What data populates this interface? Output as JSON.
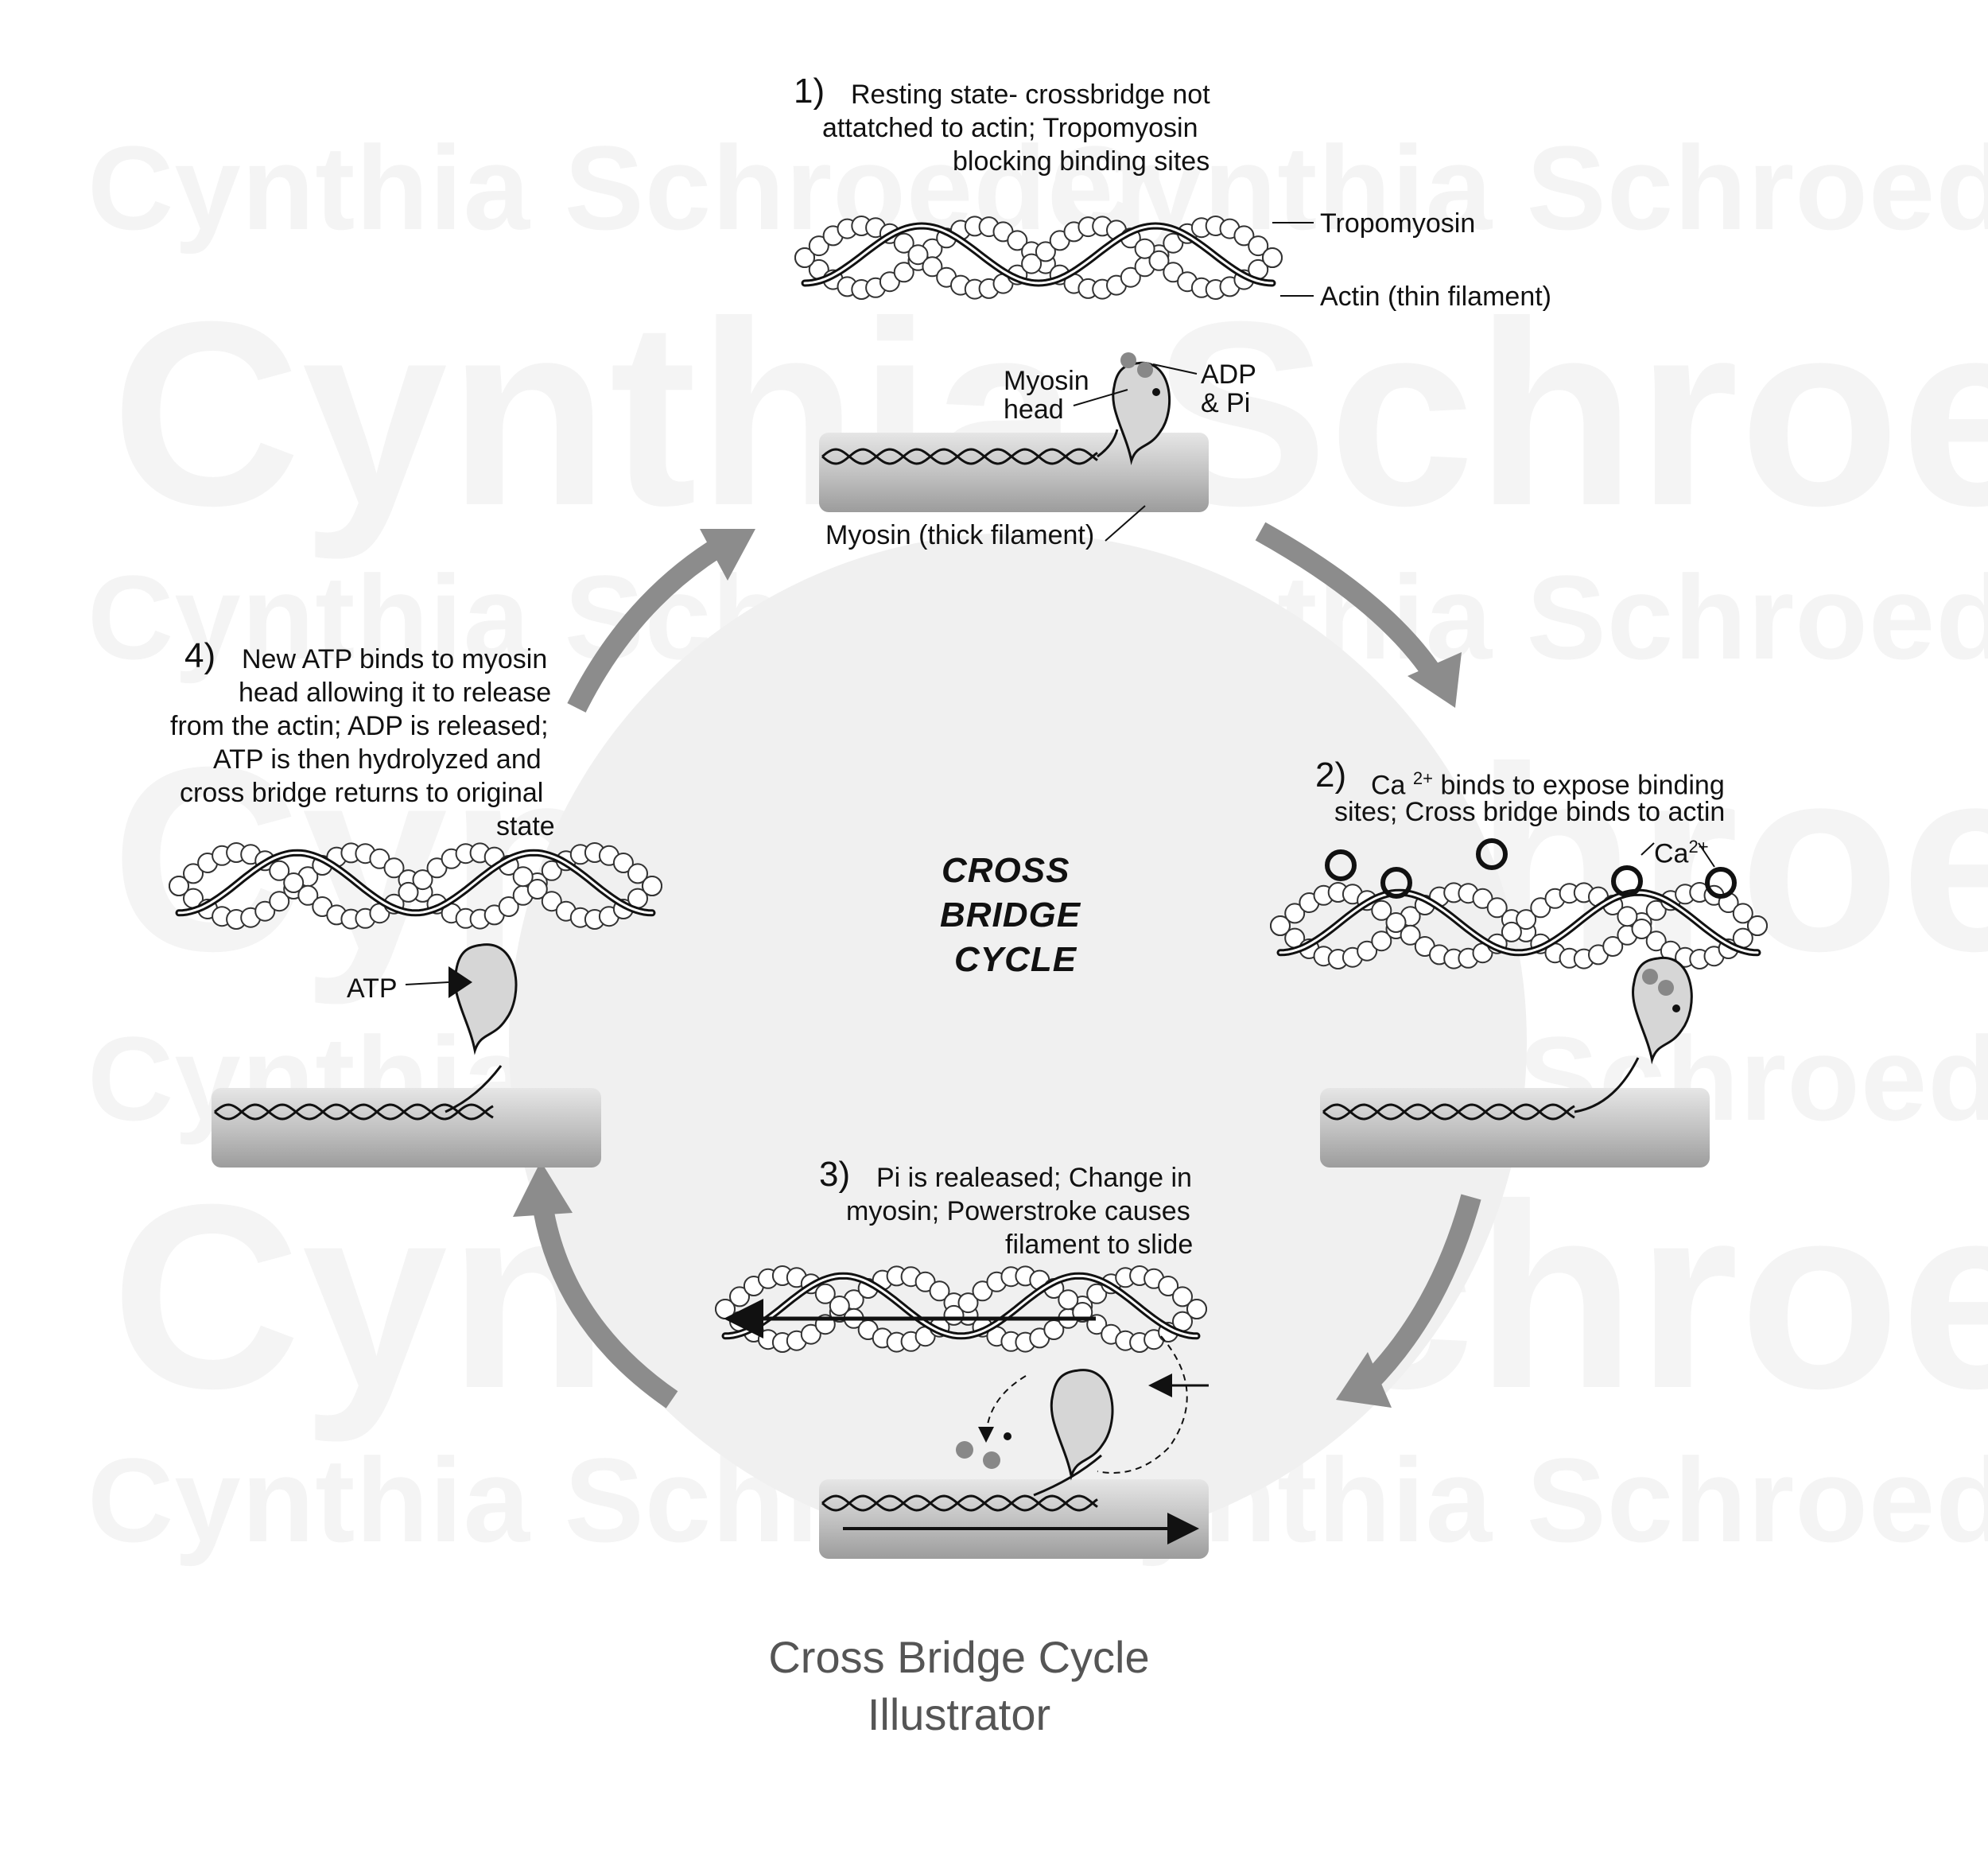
{
  "watermark": "Cynthia Schroeder",
  "center_title": [
    "CROSS",
    "BRIDGE",
    "CYCLE"
  ],
  "step1": {
    "number": "1)",
    "lines": [
      "Resting state- crossbridge not",
      "attatched to actin; Tropomyosin",
      "blocking binding sites"
    ],
    "labels": {
      "tropomyosin": "Tropomyosin",
      "actin": "Actin (thin filament)",
      "myosin_head_1": "Myosin",
      "myosin_head_2": "head",
      "adp": "ADP",
      "pi": "& Pi",
      "myosin_thick": "Myosin (thick filament)"
    }
  },
  "step2": {
    "number": "2)",
    "ca": "Ca",
    "ca_sup": "2+",
    "line1_rest": "binds to expose binding",
    "line2": "sites; Cross bridge binds to actin",
    "label_ca": "Ca",
    "label_ca_sup": "2+"
  },
  "step3": {
    "number": "3)",
    "lines": [
      "Pi is realeased; Change in",
      "myosin; Powerstroke causes",
      "filament to slide"
    ]
  },
  "step4": {
    "number": "4)",
    "lines": [
      "New ATP binds to myosin",
      "head allowing it to release",
      "from the actin; ADP is released;",
      "ATP is then hydrolyzed and",
      "cross bridge returns to original",
      "state"
    ],
    "label_atp": "ATP"
  },
  "caption": [
    "Cross Bridge Cycle",
    "Illustrator"
  ]
}
